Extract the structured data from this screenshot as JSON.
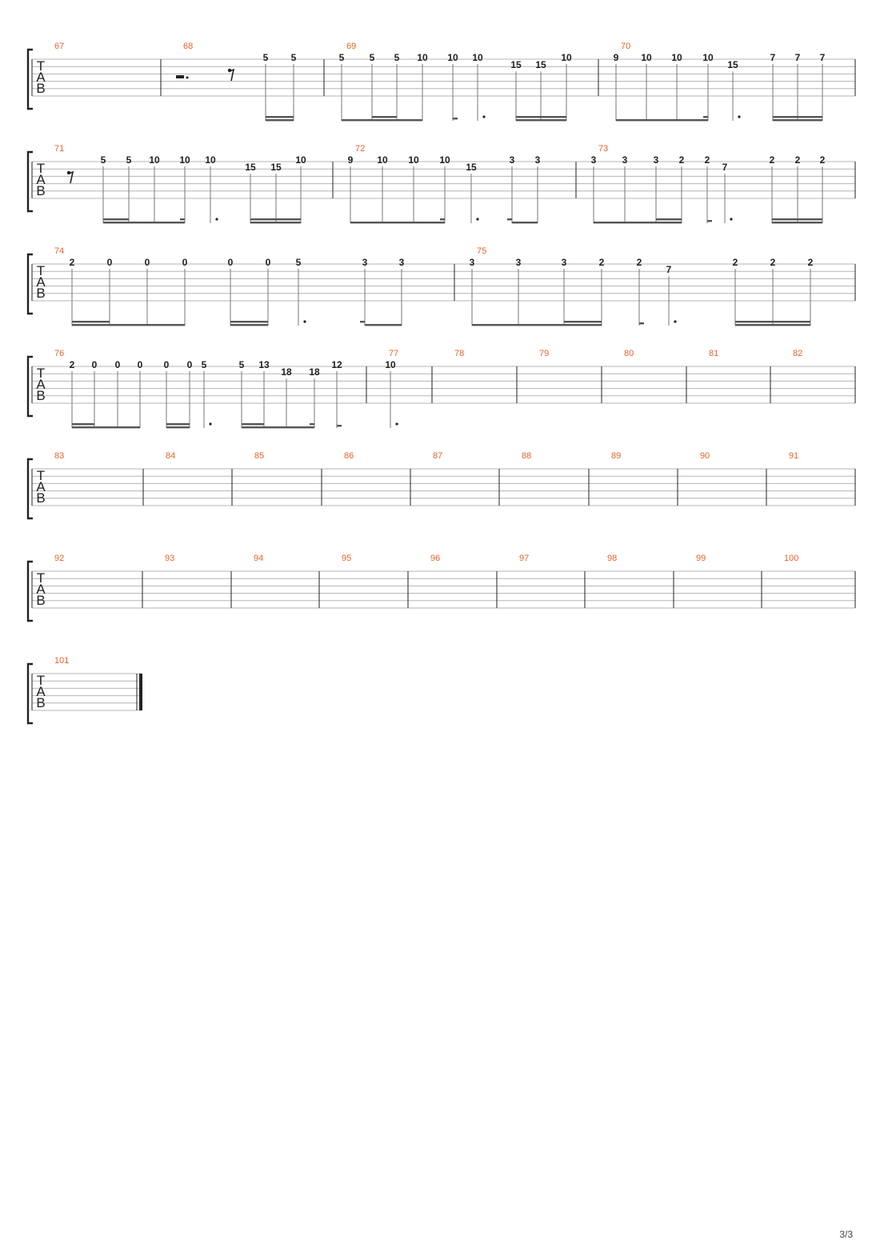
{
  "clef_letters": [
    "T",
    "A",
    "B"
  ],
  "page_number": "3/3",
  "systems": [
    {
      "measures": [
        {
          "number": "67",
          "notes": []
        },
        {
          "number": "68",
          "rests": [
            "half-dotted-rest",
            "eighth-rest"
          ],
          "notes": [
            {
              "fret": "5",
              "string": 1,
              "dur": 16
            },
            {
              "fret": "5",
              "string": 1,
              "dur": 16
            }
          ]
        },
        {
          "number": "69",
          "notes": [
            {
              "fret": "5",
              "string": 1,
              "dur": 8
            },
            {
              "fret": "5",
              "string": 1,
              "dur": 16
            },
            {
              "fret": "5",
              "string": 1,
              "dur": 16
            },
            {
              "fret": "10",
              "string": 1,
              "dur": 8
            },
            {
              "fret": "10",
              "string": 1,
              "dur": 16
            },
            {
              "fret": "10",
              "string": 1,
              "dur": 8,
              "dotted": true
            },
            {
              "fret": "15",
              "string": 2,
              "dur": 16
            },
            {
              "fret": "15",
              "string": 2,
              "dur": 16
            },
            {
              "fret": "10",
              "string": 1,
              "dur": 16
            }
          ]
        },
        {
          "number": "70",
          "notes": [
            {
              "fret": "9",
              "string": 1,
              "dur": 8
            },
            {
              "fret": "10",
              "string": 1,
              "dur": 8
            },
            {
              "fret": "10",
              "string": 1,
              "dur": 8
            },
            {
              "fret": "10",
              "string": 1,
              "dur": 16
            },
            {
              "fret": "15",
              "string": 2,
              "dur": 8,
              "dotted": true
            },
            {
              "fret": "7",
              "string": 1,
              "dur": 16
            },
            {
              "fret": "7",
              "string": 1,
              "dur": 16
            },
            {
              "fret": "7",
              "string": 1,
              "dur": 16
            }
          ]
        }
      ]
    },
    {
      "measures": [
        {
          "number": "71",
          "rests": [
            "eighth-rest"
          ],
          "notes": [
            {
              "fret": "5",
              "string": 1,
              "dur": 16
            },
            {
              "fret": "5",
              "string": 1,
              "dur": 16
            },
            {
              "fret": "10",
              "string": 1,
              "dur": 8
            },
            {
              "fret": "10",
              "string": 1,
              "dur": 16
            },
            {
              "fret": "10",
              "string": 1,
              "dur": 8,
              "dotted": true
            },
            {
              "fret": "15",
              "string": 2,
              "dur": 16
            },
            {
              "fret": "15",
              "string": 2,
              "dur": 16
            },
            {
              "fret": "10",
              "string": 1,
              "dur": 16
            }
          ]
        },
        {
          "number": "72",
          "notes": [
            {
              "fret": "9",
              "string": 1,
              "dur": 8
            },
            {
              "fret": "10",
              "string": 1,
              "dur": 8
            },
            {
              "fret": "10",
              "string": 1,
              "dur": 8
            },
            {
              "fret": "10",
              "string": 1,
              "dur": 16
            },
            {
              "fret": "15",
              "string": 2,
              "dur": 8,
              "dotted": true
            },
            {
              "fret": "3",
              "string": 1,
              "dur": 16
            },
            {
              "fret": "3",
              "string": 1,
              "dur": 8
            }
          ]
        },
        {
          "number": "73",
          "notes": [
            {
              "fret": "3",
              "string": 1,
              "dur": 8
            },
            {
              "fret": "3",
              "string": 1,
              "dur": 8
            },
            {
              "fret": "3",
              "string": 1,
              "dur": 16
            },
            {
              "fret": "2",
              "string": 1,
              "dur": 16
            },
            {
              "fret": "2",
              "string": 1,
              "dur": 16
            },
            {
              "fret": "7",
              "string": 2,
              "dur": 8,
              "dotted": true
            },
            {
              "fret": "2",
              "string": 1,
              "dur": 16
            },
            {
              "fret": "2",
              "string": 1,
              "dur": 16
            },
            {
              "fret": "2",
              "string": 1,
              "dur": 16
            }
          ]
        }
      ]
    },
    {
      "measures": [
        {
          "number": "74",
          "notes": [
            {
              "fret": "2",
              "string": 1,
              "dur": 16
            },
            {
              "fret": "0",
              "string": 1,
              "dur": 16
            },
            {
              "fret": "0",
              "string": 1,
              "dur": 8
            },
            {
              "fret": "0",
              "string": 1,
              "dur": 8
            },
            {
              "fret": "0",
              "string": 1,
              "dur": 16
            },
            {
              "fret": "0",
              "string": 1,
              "dur": 16
            },
            {
              "fret": "5",
              "string": 1,
              "dur": 8,
              "dotted": true
            },
            {
              "fret": "3",
              "string": 1,
              "dur": 16
            },
            {
              "fret": "3",
              "string": 1,
              "dur": 8
            }
          ]
        },
        {
          "number": "75",
          "notes": [
            {
              "fret": "3",
              "string": 1,
              "dur": 8
            },
            {
              "fret": "3",
              "string": 1,
              "dur": 8
            },
            {
              "fret": "3",
              "string": 1,
              "dur": 16
            },
            {
              "fret": "2",
              "string": 1,
              "dur": 16
            },
            {
              "fret": "2",
              "string": 1,
              "dur": 16
            },
            {
              "fret": "7",
              "string": 2,
              "dur": 8,
              "dotted": true
            },
            {
              "fret": "2",
              "string": 1,
              "dur": 16
            },
            {
              "fret": "2",
              "string": 1,
              "dur": 16
            },
            {
              "fret": "2",
              "string": 1,
              "dur": 16
            }
          ]
        }
      ]
    },
    {
      "measures": [
        {
          "number": "76",
          "notes": [
            {
              "fret": "2",
              "string": 1,
              "dur": 16
            },
            {
              "fret": "0",
              "string": 1,
              "dur": 16
            },
            {
              "fret": "0",
              "string": 1,
              "dur": 8
            },
            {
              "fret": "0",
              "string": 1,
              "dur": 8
            },
            {
              "fret": "0",
              "string": 1,
              "dur": 16
            },
            {
              "fret": "0",
              "string": 1,
              "dur": 16
            },
            {
              "fret": "5",
              "string": 1,
              "dur": 8,
              "dotted": true
            },
            {
              "fret": "5",
              "string": 1,
              "dur": 16
            },
            {
              "fret": "13",
              "string": 1,
              "dur": 16
            },
            {
              "fret": "18",
              "string": 2,
              "dur": 8
            },
            {
              "fret": "18",
              "string": 2,
              "dur": 16
            },
            {
              "fret": "12",
              "string": 1,
              "dur": 16
            }
          ]
        },
        {
          "number": "77",
          "notes": [
            {
              "fret": "10",
              "string": 1,
              "dur": 8,
              "dotted": true
            }
          ]
        },
        {
          "number": "78",
          "notes": []
        },
        {
          "number": "79",
          "notes": []
        },
        {
          "number": "80",
          "notes": []
        },
        {
          "number": "81",
          "notes": []
        },
        {
          "number": "82",
          "notes": []
        }
      ]
    },
    {
      "measures": [
        {
          "number": "83",
          "notes": []
        },
        {
          "number": "84",
          "notes": []
        },
        {
          "number": "85",
          "notes": []
        },
        {
          "number": "86",
          "notes": []
        },
        {
          "number": "87",
          "notes": []
        },
        {
          "number": "88",
          "notes": []
        },
        {
          "number": "89",
          "notes": []
        },
        {
          "number": "90",
          "notes": []
        },
        {
          "number": "91",
          "notes": []
        }
      ]
    },
    {
      "measures": [
        {
          "number": "92",
          "notes": []
        },
        {
          "number": "93",
          "notes": []
        },
        {
          "number": "94",
          "notes": []
        },
        {
          "number": "95",
          "notes": []
        },
        {
          "number": "96",
          "notes": []
        },
        {
          "number": "97",
          "notes": []
        },
        {
          "number": "98",
          "notes": []
        },
        {
          "number": "99",
          "notes": []
        },
        {
          "number": "100",
          "notes": []
        }
      ]
    },
    {
      "final_barline": true,
      "measures": [
        {
          "number": "101",
          "notes": []
        }
      ]
    }
  ]
}
